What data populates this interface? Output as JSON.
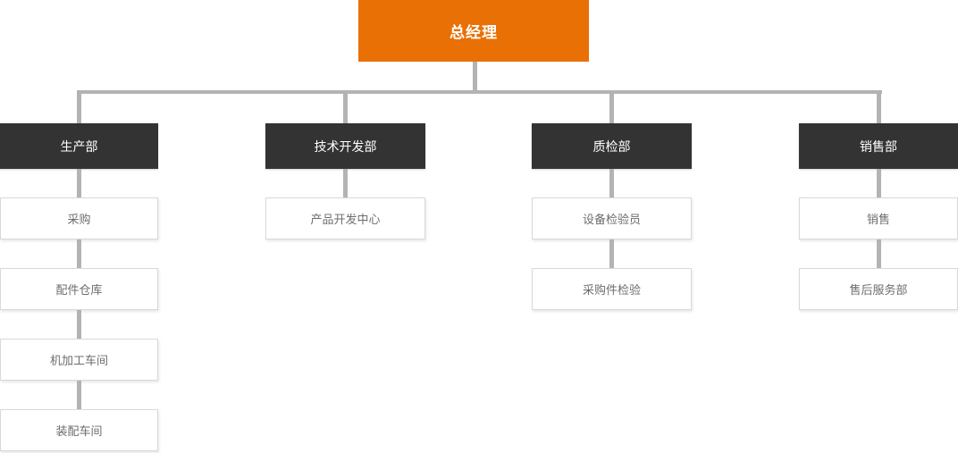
{
  "chart": {
    "type": "org-chart",
    "title": "",
    "background": "#ffffff",
    "colors": {
      "root_fill": "#e87004",
      "root_text": "#ffffff",
      "dept_fill": "#333333",
      "dept_text": "#ffffff",
      "sub_fill": "#ffffff",
      "sub_border": "#d9d9d9",
      "sub_text": "#6d6d6d",
      "connector": "#b3b3b3"
    },
    "root": {
      "label": "总经理"
    },
    "departments": [
      {
        "label": "生产部",
        "children": [
          {
            "label": "采购"
          },
          {
            "label": "配件仓库"
          },
          {
            "label": "机加工车间"
          },
          {
            "label": "装配车间"
          }
        ]
      },
      {
        "label": "技术开发部",
        "children": [
          {
            "label": "产品开发中心"
          }
        ]
      },
      {
        "label": "质检部",
        "children": [
          {
            "label": "设备检验员"
          },
          {
            "label": "采购件检验"
          }
        ]
      },
      {
        "label": "销售部",
        "children": [
          {
            "label": "销售"
          },
          {
            "label": "售后服务部"
          }
        ]
      }
    ]
  }
}
